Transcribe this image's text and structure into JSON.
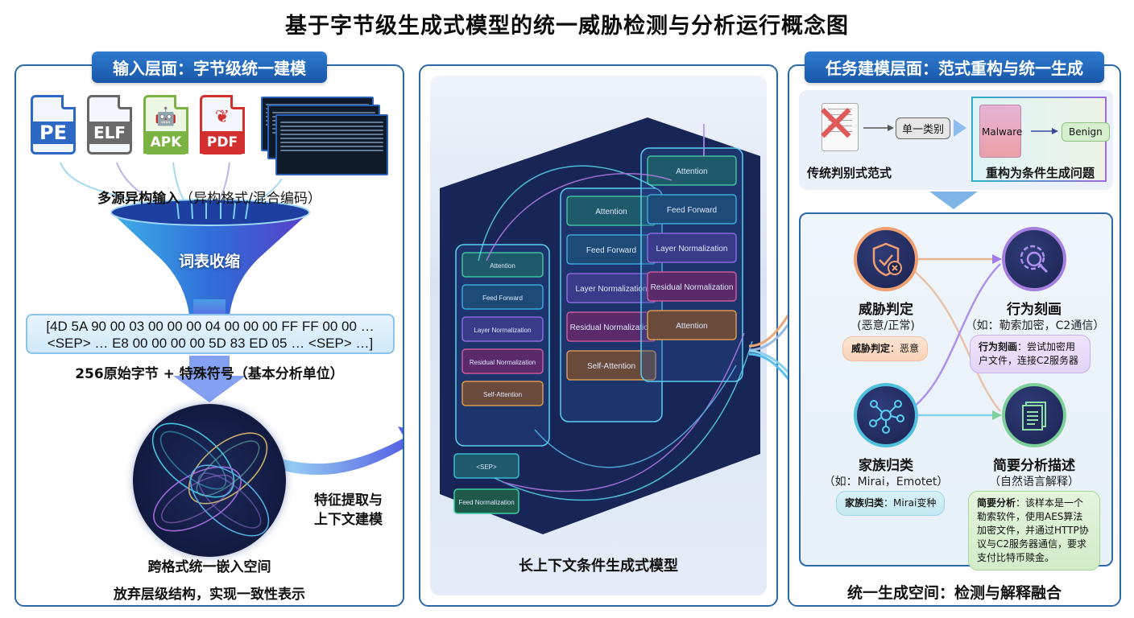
{
  "title": "基于字节级生成式模型的统一威胁检测与分析运行概念图",
  "left_panel": {
    "header": "输入层面：字节级统一建模",
    "file_types": [
      {
        "label": "PE",
        "icon": "pe-file-icon",
        "color": "#2d68c4"
      },
      {
        "label": "ELF",
        "icon": "elf-file-icon",
        "color": "#6b6b6b"
      },
      {
        "label": "APK",
        "icon": "android-apk-file-icon",
        "color": "#7bb342"
      },
      {
        "label": "PDF",
        "icon": "pdf-file-icon",
        "color": "#d32f2f"
      }
    ],
    "terminal_icon": "terminal-log-icon",
    "inputs_caption": "多源异构输入",
    "inputs_caption_note": "（异构格式/混合编码）",
    "funnel_label": "词表收缩",
    "byte_sequence_line1": "[4D 5A 90 00 03 00 00 00 04 00 00 00 FF FF 00 00 …",
    "byte_sequence_line2": "<SEP> … E8 00 00 00 00 5D 83 ED 05 … <SEP> …]",
    "byte_caption": "256原始字节 + 特殊符号（基本分析单位）",
    "embedding_title": "跨格式统一嵌入空间",
    "embedding_subtitle": "放弃层级结构，实现一致性表示",
    "transition_label_line1": "特征提取与",
    "transition_label_line2": "上下文建模"
  },
  "middle_panel": {
    "caption": "长上下文条件生成式模型",
    "stacks": [
      {
        "blocks": [
          "Attention",
          "Feed Forward",
          "Layer Normalization",
          "Residual Normalization",
          "Self-Attention"
        ],
        "bottom": [
          "<SEP>",
          "Feed Normalization"
        ]
      },
      {
        "blocks": [
          "Attention",
          "Feed Forward",
          "Layer Normalization",
          "Residual Normalization",
          "Self-Attention"
        ]
      },
      {
        "blocks": [
          "Attention",
          "Feed Forward",
          "Layer Normalization",
          "Residual Normalization",
          "Attention"
        ]
      }
    ]
  },
  "right_panel": {
    "header": "任务建模层面：范式重构与统一生成",
    "traditional_label": "传统判别式范式",
    "single_class_label": "单一类别",
    "reframe_label": "重构为条件生成问题",
    "malware_label": "Malware",
    "benign_label": "Benign",
    "nodes": [
      {
        "title": "威胁判定",
        "subtitle": "(恶意/正常)",
        "card_key": "威胁判定",
        "card_value": "恶意",
        "icon": "shield-check-icon",
        "color": "#f0a070"
      },
      {
        "title": "行为刻画",
        "subtitle": "（如：勒索加密，C2通信）",
        "card_key": "行为刻画",
        "card_value": "尝试加密用户文件，连接C2服务器",
        "icon": "gear-search-icon",
        "color": "#a57fe0"
      },
      {
        "title": "家族归类",
        "subtitle": "（如：Mirai，Emotet）",
        "card_key": "家族归类",
        "card_value": "Mirai变种",
        "icon": "network-cluster-icon",
        "color": "#4fc0e0"
      },
      {
        "title": "简要分析描述",
        "subtitle": "（自然语言解释）",
        "card_key": "简要分析",
        "card_value": "该样本是一个勒索软件，使用AES算法加密文件，并通过HTTP协议与C2服务器通信，要求支付比特币赎金。",
        "icon": "document-icon",
        "color": "#7ed09a"
      }
    ],
    "caption": "统一生成空间：检测与解释融合"
  }
}
